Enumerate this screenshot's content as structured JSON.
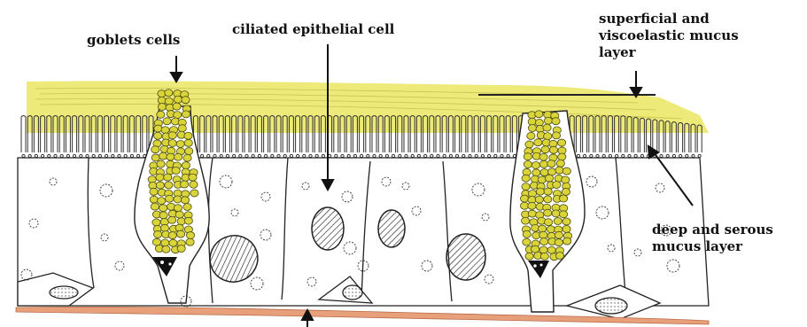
{
  "labels": {
    "goblet_cells": "goblets cells",
    "ciliated_cell": "ciliated epithelial cell",
    "superficial_layer": "superficial and viscoelastic mucus layer",
    "deep_layer": "deep and serous mucus layer"
  },
  "colors": {
    "mucus_yellow": "#eeea7a",
    "goblet_yellow": "#d9d43a",
    "basement_membrane": "#e8a07a",
    "outline": "#222222"
  }
}
